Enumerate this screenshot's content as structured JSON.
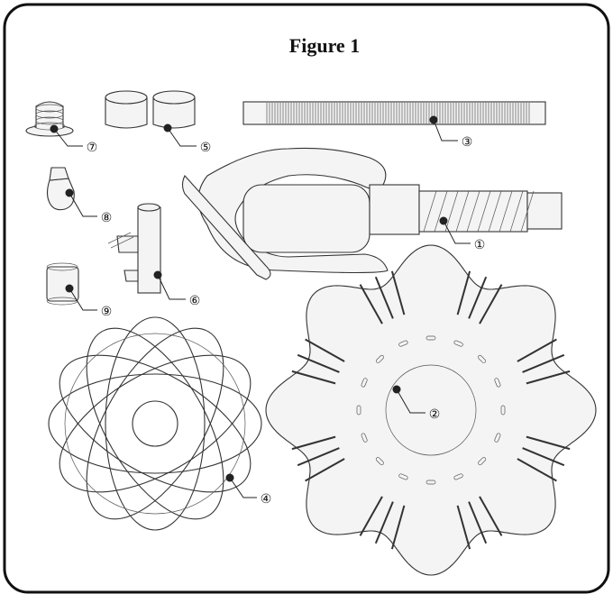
{
  "figure": {
    "title": "Figure 1"
  },
  "callouts": [
    {
      "id": "1",
      "label": "①",
      "part": "hose-nozzle-assembly"
    },
    {
      "id": "2",
      "label": "②",
      "part": "disc"
    },
    {
      "id": "3",
      "label": "③",
      "part": "hose"
    },
    {
      "id": "4",
      "label": "④",
      "part": "cage"
    },
    {
      "id": "5",
      "label": "⑤",
      "part": "rings"
    },
    {
      "id": "6",
      "label": "⑥",
      "part": "connector"
    },
    {
      "id": "7",
      "label": "⑦",
      "part": "valve"
    },
    {
      "id": "8",
      "label": "⑧",
      "part": "elbow-fitting"
    },
    {
      "id": "9",
      "label": "⑨",
      "part": "coupler"
    }
  ]
}
